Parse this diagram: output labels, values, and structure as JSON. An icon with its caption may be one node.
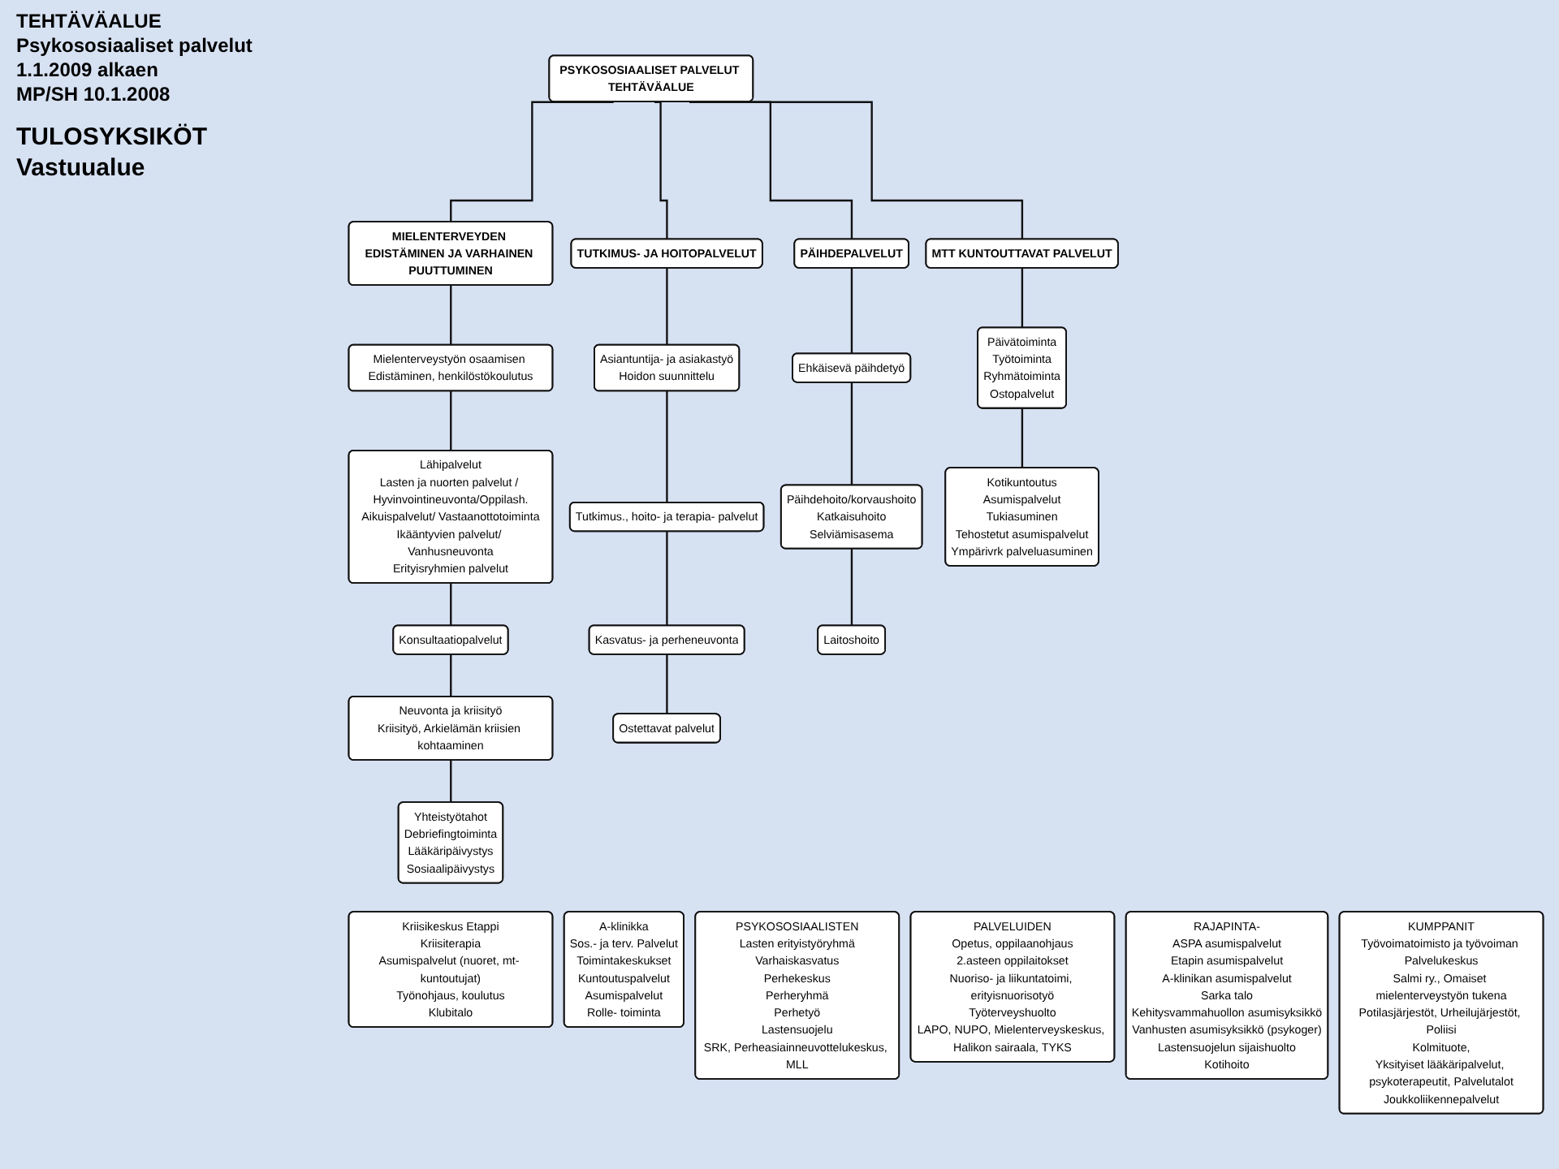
{
  "diagram": {
    "nodes": [
      {
        "text": [
          "PSYKOSOSIAALISET PALVELUT TEHTÄVÄALUE"
        ]
      },
      {
        "text": [
          "MIELENTERVEYDEN EDISTÄMINEN JA VARHAINEN PUUTTUMINEN"
        ]
      },
      {
        "text": [
          "TUTKIMUS- JA HOITOPALVELUT"
        ]
      },
      {
        "text": [
          "PÄIHDEPALVELUT"
        ]
      },
      {
        "text": [
          "MTT KUNTOUTTAVAT PALVELUT"
        ]
      },
      {
        "text": [
          "Mielenterveystyön osaamisen Edistäminen, henkilöstökoulutus"
        ]
      },
      {
        "text": [
          "Lähipalvelut",
          "Lasten ja nuorten palvelut / Hyvinvointineuvonta/Oppilash.",
          "Aikuispalvelut/ Vastaanottotoiminta",
          "Ikääntyvien palvelut/ Vanhusneuvonta",
          "Erityisryhmien palvelut"
        ]
      },
      {
        "text": [
          "Konsultaatiopalvelut"
        ]
      },
      {
        "text": [
          "Neuvonta ja kriisityö",
          "Kriisityö, Arkielämän kriisien kohtaaminen"
        ]
      },
      {
        "text": [
          "Yhteistyötahot",
          "Debriefingtoiminta",
          "Lääkäripäivystys",
          "Sosiaalipäivystys"
        ]
      },
      {
        "text": [
          "Kriisikeskus Etappi",
          "Kriisiterapia",
          "Asumispalvelut (nuoret, mt- kuntoutujat)",
          "Työnohjaus, koulutus",
          "Klubitalo"
        ]
      },
      {
        "text": [
          "Asiantuntija- ja asiakastyö",
          "Hoidon suunnittelu"
        ]
      },
      {
        "text": [
          "Tutkimus., hoito- ja terapia- palvelut"
        ]
      },
      {
        "text": [
          "Kasvatus- ja perheneuvonta"
        ]
      },
      {
        "text": [
          "Ostettavat palvelut"
        ]
      },
      {
        "text": [
          "Ehkäisevä päihdetyö"
        ]
      },
      {
        "text": [
          "Päihdehoito/korvaushoito",
          "Katkaisuhoito",
          "Selviämisasema"
        ]
      },
      {
        "text": [
          "Laitoshoito"
        ]
      },
      {
        "text": [
          "A-klinikka",
          "Sos.- ja terv. Palvelut",
          "Toimintakeskukset",
          "Kuntoutuspalvelut",
          "Asumispalvelut",
          "Rolle- toiminta"
        ]
      },
      {
        "text": [
          "Päivätoiminta",
          "Työtoiminta",
          "Ryhmätoiminta",
          "Ostopalvelut"
        ]
      },
      {
        "text": [
          "Kotikuntoutus",
          "Asumispalvelut",
          "Tukiasuminen",
          "Tehostetut asumispalvelut",
          "Ympärivrk palveluasuminen"
        ]
      },
      {
        "text": [
          "PSYKOSOSIAALISTEN",
          "Lasten erityistyöryhmä",
          "Varhaiskasvatus",
          "Perhekeskus",
          "Perheryhmä",
          "Perhetyö",
          "Lastensuojelu",
          "SRK, Perheasiainneuvottelukeskus, MLL"
        ]
      },
      {
        "text": [
          "PALVELUIDEN",
          "Opetus, oppilaanohjaus",
          "2.asteen oppilaitokset",
          "Nuoriso- ja liikuntatoimi, erityisnuorisotyö",
          "Työterveyshuolto",
          "LAPO, NUPO, Mielenterveyskeskus, Halikon sairaala, TYKS"
        ]
      },
      {
        "text": [
          "RAJAPINTA-",
          "ASPA asumispalvelut",
          "Etapin asumispalvelut",
          "A-klinikan asumispalvelut",
          "Sarka talo",
          "Kehitysvammahuollon asumisyksikkö",
          "Vanhusten asumisyksikkö (psykoger)",
          "Lastensuojelun sijaishuolto",
          "Kotihoito"
        ]
      },
      {
        "text": [
          "KUMPPANIT",
          "Työvoimatoimisto ja työvoiman Palvelukeskus",
          "Salmi ry., Omaiset mielenterveystyön tukena",
          "Potilasjärjestöt, Urheilujärjestöt, Poliisi",
          "Kolmituote,",
          "Yksityiset lääkäripalvelut, psykoterapeutit, Palvelutalot",
          "Joukkoliikennepalvelut"
        ]
      }
    ],
    "edges": [
      {
        "from": 0,
        "to": 1,
        "arrow": "none"
      },
      {
        "from": 0,
        "to": 2,
        "arrow": "none"
      },
      {
        "from": 0,
        "to": 3,
        "arrow": "none"
      },
      {
        "from": 0,
        "to": 4,
        "arrow": "none"
      },
      {
        "from": 1,
        "to": 5,
        "arrow": "none"
      },
      {
        "from": 5,
        "to": 6,
        "arrow": "none"
      },
      {
        "from": 6,
        "to": 7,
        "arrow": "none"
      },
      {
        "from": 7,
        "to": 8,
        "arrow": "none"
      },
      {
        "from": 8,
        "to": 9,
        "arrow": "none"
      },
      {
        "from": 2,
        "to": 11,
        "arrow": "none"
      },
      {
        "from": 11,
        "to": 12,
        "arrow": "none"
      },
      {
        "from": 12,
        "to": 13,
        "arrow": "none"
      },
      {
        "from": 13,
        "to": 14,
        "arrow": "none"
      },
      {
        "from": 3,
        "to": 15,
        "arrow": "none"
      },
      {
        "from": 15,
        "to": 16,
        "arrow": "none"
      },
      {
        "from": 16,
        "to": 17,
        "arrow": "none"
      },
      {
        "from": 4,
        "to": 19,
        "arrow": "none"
      },
      {
        "from": 19,
        "to": 20,
        "arrow": "none"
      }
    ],
    "labels": [
      "TEHTÄVÄALUE",
      "Psykososiaaliset palvelut",
      "1.1.2009 alkaen",
      "MP/SH 10.1.2008",
      "TULOSYKSIKÖT",
      "Vastuualue"
    ]
  }
}
